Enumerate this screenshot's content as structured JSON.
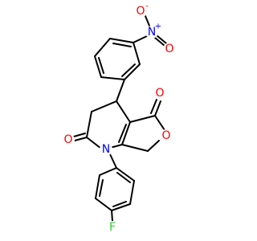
{
  "atoms": {
    "nitro_n": {
      "symbol": "N",
      "charge": "+",
      "color": "#0000ff"
    },
    "nitro_o_minus": {
      "symbol": "O",
      "charge": "-",
      "color": "#ff0000"
    },
    "nitro_o": {
      "symbol": "O",
      "color": "#ff0000"
    },
    "lactone_carbonyl_o": {
      "symbol": "O",
      "color": "#ff0000"
    },
    "ring_o": {
      "symbol": "O",
      "color": "#ff0000"
    },
    "amide_o": {
      "symbol": "O",
      "color": "#ff0000"
    },
    "ring_n": {
      "symbol": "N",
      "color": "#0000ff"
    },
    "fluorine": {
      "symbol": "F",
      "color": "#33cc33"
    }
  },
  "colors": {
    "bond": "#000000",
    "background": "#ffffff"
  }
}
